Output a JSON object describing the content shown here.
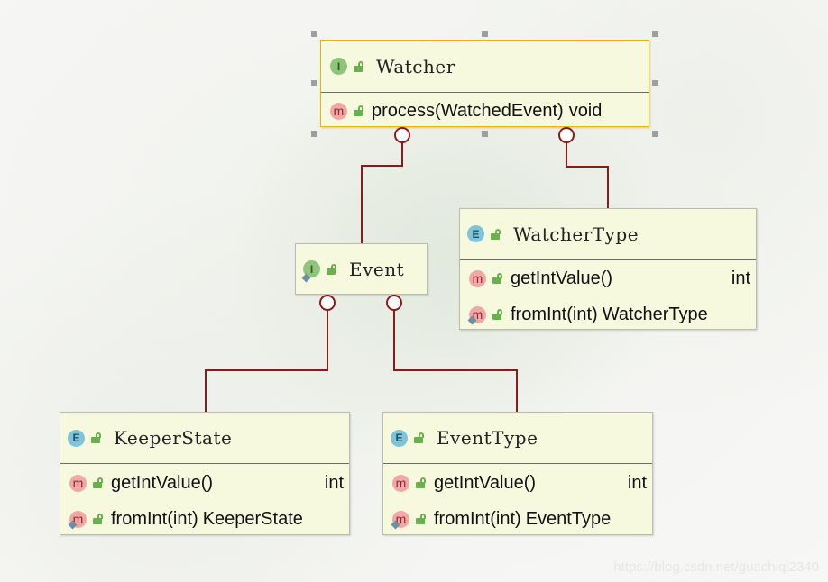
{
  "watcher": {
    "kind": "I",
    "name": "Watcher",
    "methods": [
      {
        "kind": "m",
        "name": "process(WatchedEvent)",
        "type": "void"
      }
    ]
  },
  "event": {
    "kind": "I",
    "name": "Event"
  },
  "watcher_type": {
    "kind": "E",
    "name": "WatcherType",
    "methods": [
      {
        "kind": "m",
        "name": "getIntValue()",
        "type": "int"
      },
      {
        "kind": "m",
        "name": "fromInt(int)",
        "type": "WatcherType"
      }
    ]
  },
  "keeper_state": {
    "kind": "E",
    "name": "KeeperState",
    "methods": [
      {
        "kind": "m",
        "name": "getIntValue()",
        "type": "int"
      },
      {
        "kind": "m",
        "name": "fromInt(int)",
        "type": "KeeperState"
      }
    ]
  },
  "event_type": {
    "kind": "E",
    "name": "EventType",
    "methods": [
      {
        "kind": "m",
        "name": "getIntValue()",
        "type": "int"
      },
      {
        "kind": "m",
        "name": "fromInt(int)",
        "type": "EventType"
      }
    ]
  },
  "watermark": "https://blog.csdn.net/guachiqi2340",
  "colors": {
    "connector": "#8b1a1a",
    "node_fill": "#f7f9df",
    "selection": "#f0b400"
  }
}
